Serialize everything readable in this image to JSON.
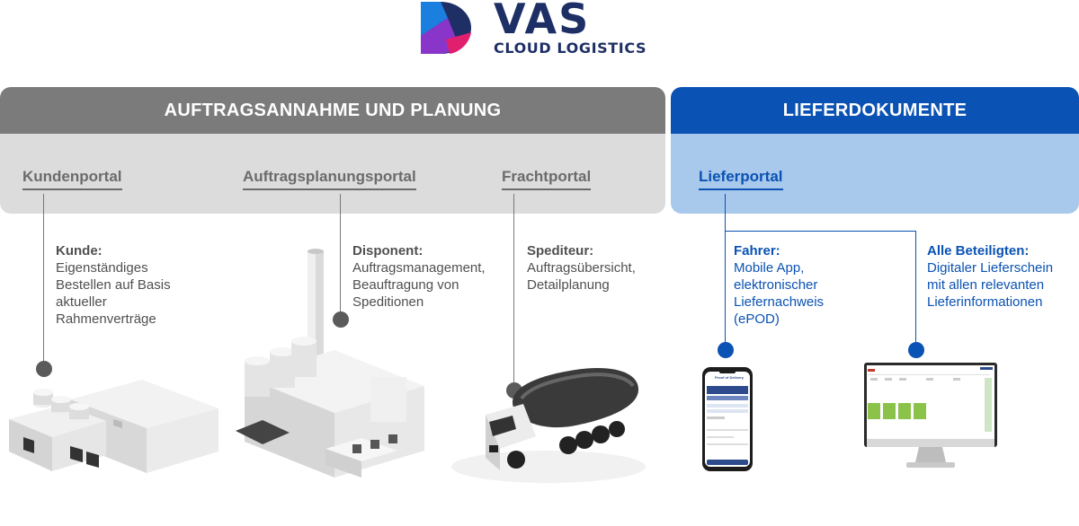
{
  "logo": {
    "brand": "VAS",
    "tagline": "CLOUD LOGISTICS",
    "colors": {
      "navy": "#1e2f66",
      "blue": "#1b7fe0",
      "purple": "#8a35c9",
      "magenta": "#e0206e"
    }
  },
  "sections": {
    "left": {
      "title": "AUFTRAGSANNAHME UND PLANUNG",
      "color": "#7b7b7b",
      "band_color": "#dcdcdc"
    },
    "right": {
      "title": "LIEFERDOKUMENTE",
      "color": "#0a52b3",
      "band_color": "#a9c9ec"
    }
  },
  "portals": {
    "kunden": "Kundenportal",
    "auftrags": "Auftragsplanungsportal",
    "fracht": "Frachtportal",
    "liefer": "Lieferportal"
  },
  "roles": {
    "kunde": {
      "label": "Kunde:",
      "lines": [
        "Eigenständiges",
        "Bestellen auf Basis",
        "aktueller",
        "Rahmenverträge"
      ]
    },
    "disponent": {
      "label": "Disponent:",
      "lines": [
        "Auftragsmanagement,",
        "Beauftragung von",
        "Speditionen"
      ]
    },
    "spediteur": {
      "label": "Spediteur:",
      "lines": [
        "Auftragsübersicht,",
        "Detailplanung"
      ]
    },
    "fahrer": {
      "label": "Fahrer:",
      "lines": [
        "Mobile App,",
        "elektronischer",
        "Liefernachweis",
        "(ePOD)"
      ]
    },
    "beteiligte": {
      "label": "Alle Beteiligten:",
      "lines": [
        "Digitaler Lieferschein",
        "mit allen relevanten",
        "Lieferinformationen"
      ]
    }
  },
  "phone_screen": {
    "title": "Proof of Delivery"
  }
}
